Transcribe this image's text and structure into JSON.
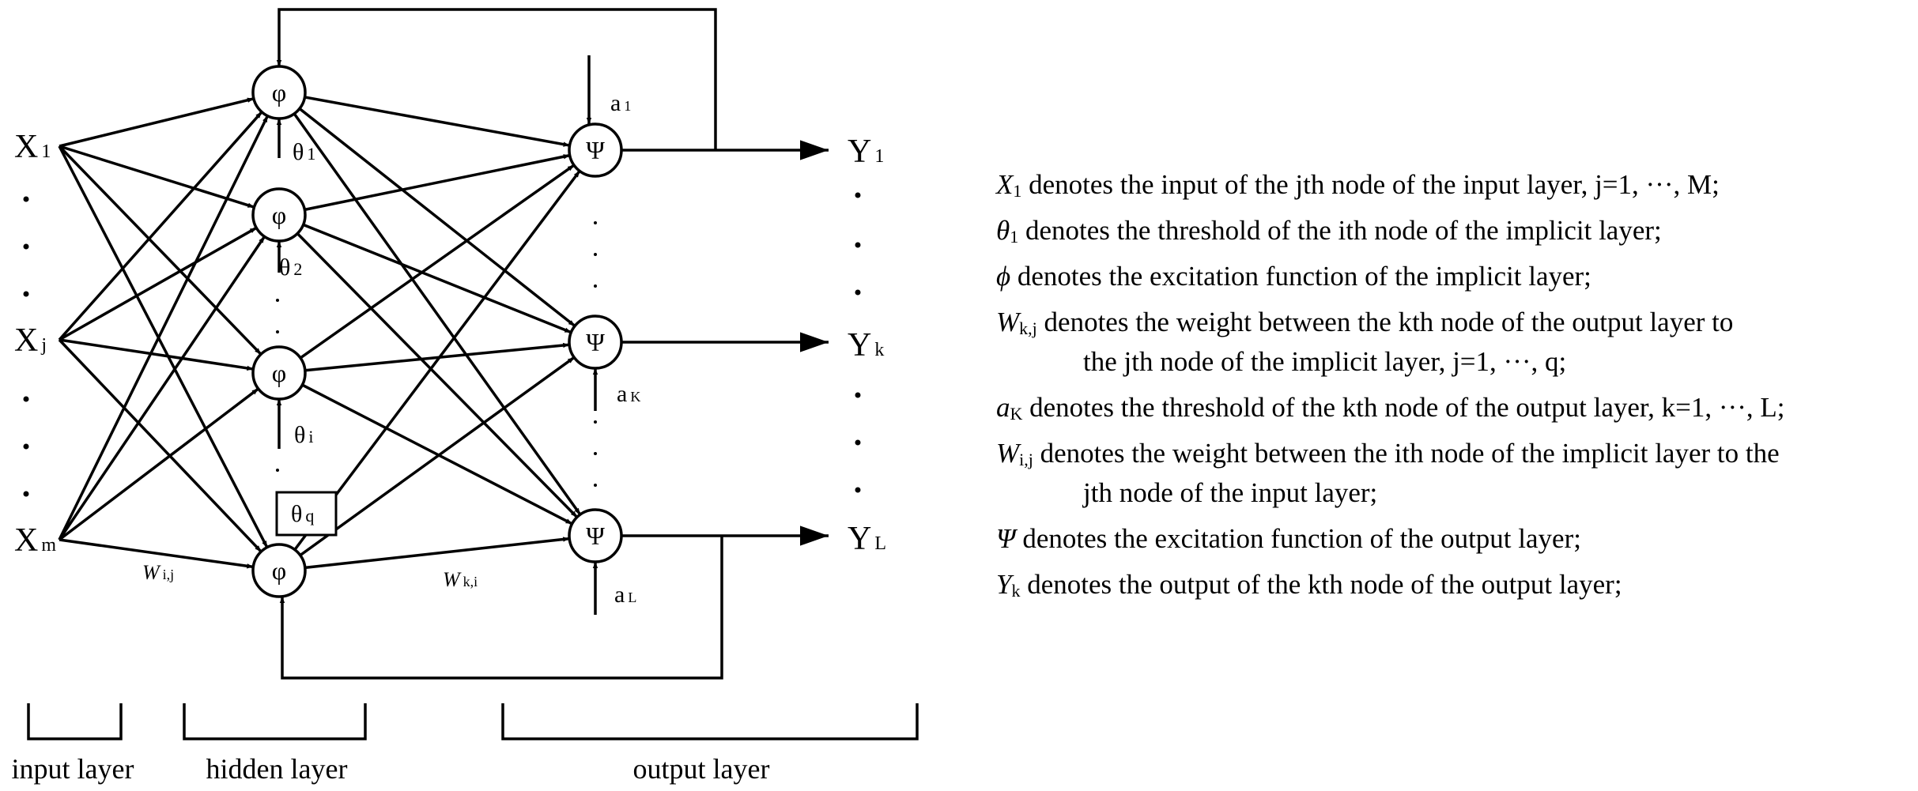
{
  "diagram": {
    "inputs": [
      {
        "base": "X",
        "sub": "1"
      },
      {
        "base": "X",
        "sub": "j"
      },
      {
        "base": "X",
        "sub": "m"
      }
    ],
    "hidden_symbol": "φ",
    "output_symbol": "Ψ",
    "outputs": [
      {
        "base": "Y",
        "sub": "1"
      },
      {
        "base": "Y",
        "sub": "k"
      },
      {
        "base": "Y",
        "sub": "L"
      }
    ],
    "thresholds_hidden": [
      {
        "base": "θ",
        "sub": "1"
      },
      {
        "base": "θ",
        "sub": "2"
      },
      {
        "base": "θ",
        "sub": "i"
      },
      {
        "base": "θ",
        "sub": "q"
      }
    ],
    "thresholds_output": [
      {
        "base": "a",
        "sub": "1"
      },
      {
        "base": "a",
        "sub": "K"
      },
      {
        "base": "a",
        "sub": "L"
      }
    ],
    "weight_labels": [
      {
        "base": "W",
        "sub": "i,j"
      },
      {
        "base": "W",
        "sub": "k,i"
      }
    ],
    "layer_labels": [
      "input layer",
      "hidden layer",
      "output layer"
    ]
  },
  "legend": [
    {
      "sym": "X",
      "sub": "1",
      "text": " denotes the input of the jth node of the input layer, j=1, ···, M;"
    },
    {
      "sym": "θ",
      "sub": "1",
      "text": " denotes the threshold of the ith node of the implicit layer;"
    },
    {
      "sym": "ϕ",
      "sub": "",
      "text": " denotes the excitation function of the implicit layer;"
    },
    {
      "sym": "W",
      "sub": "k,j",
      "text": " denotes the weight between the kth node of the output layer to",
      "cont": "the jth node of the implicit layer, j=1, ···, q;"
    },
    {
      "sym": "a",
      "sub": "K",
      "text": " denotes the threshold of the kth node of the output layer, k=1, ···, L;"
    },
    {
      "sym": "W",
      "sub": "i,j",
      "text": " denotes the weight between the ith node of the implicit layer to the",
      "cont": "jth node of the input layer;"
    },
    {
      "sym": "Ψ",
      "sub": "",
      "text": " denotes the excitation function of the output layer;"
    },
    {
      "sym": "Y",
      "sub": "k",
      "text": " denotes the output of the kth node of the output layer;"
    }
  ]
}
